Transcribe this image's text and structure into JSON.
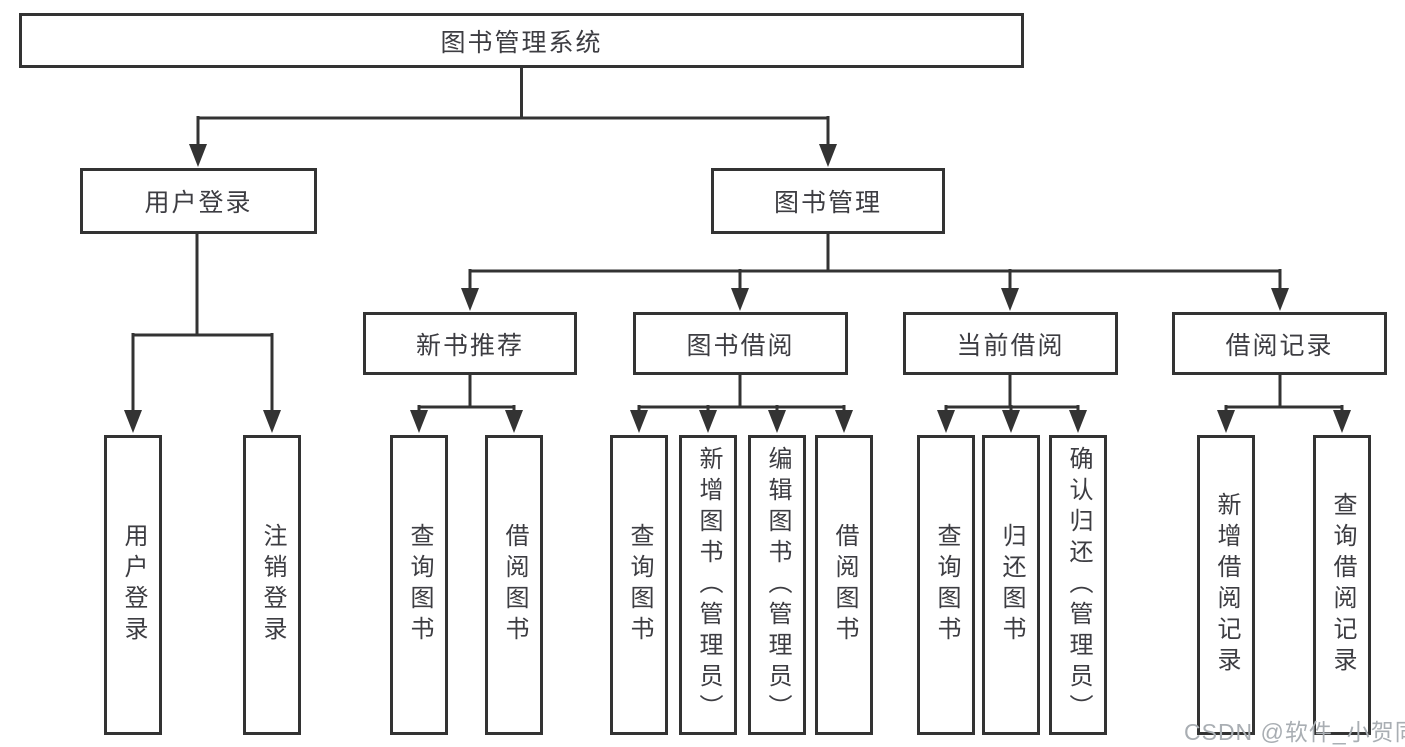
{
  "tree": {
    "root": {
      "label": "图书管理系统"
    },
    "children": [
      {
        "label": "用户登录",
        "children": [
          {
            "label": "用户登录"
          },
          {
            "label": "注销登录"
          }
        ]
      },
      {
        "label": "图书管理",
        "children": [
          {
            "label": "新书推荐",
            "children": [
              {
                "label": "查询图书"
              },
              {
                "label": "借阅图书"
              }
            ]
          },
          {
            "label": "图书借阅",
            "children": [
              {
                "label": "查询图书"
              },
              {
                "label": "新增图书（管理员）"
              },
              {
                "label": "编辑图书（管理员）"
              },
              {
                "label": "借阅图书"
              }
            ]
          },
          {
            "label": "当前借阅",
            "children": [
              {
                "label": "查询图书"
              },
              {
                "label": "归还图书"
              },
              {
                "label": "确认归还（管理员）"
              }
            ]
          },
          {
            "label": "借阅记录",
            "children": [
              {
                "label": "新增借阅记录"
              },
              {
                "label": "查询借阅记录"
              }
            ]
          }
        ]
      }
    ]
  },
  "watermark": {
    "text": "CSDN @软件_小贺同学"
  },
  "colors": {
    "line": "#333333",
    "text": "#3d3d42",
    "watermark": "#a9aeb3",
    "background": "#ffffff"
  }
}
